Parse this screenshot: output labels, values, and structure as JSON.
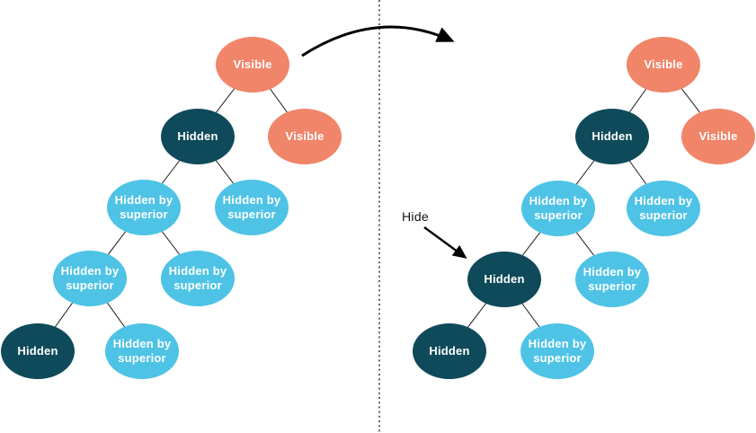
{
  "colors": {
    "visible": "#F08569",
    "hidden": "#0F4A5A",
    "hidden_by_superior": "#4EC3E6",
    "edge": "#1a1a1a",
    "text": "#FFFFFF"
  },
  "annotation": {
    "hide_label": "Hide"
  },
  "trees": {
    "left": {
      "nodes": [
        {
          "label": "Visible",
          "type": "visible"
        },
        {
          "label": "Hidden",
          "type": "hidden"
        },
        {
          "label": "Visible",
          "type": "visible"
        },
        {
          "label": "Hidden by superior",
          "type": "hidden-by-superior"
        },
        {
          "label": "Hidden by superior",
          "type": "hidden-by-superior"
        },
        {
          "label": "Hidden by superior",
          "type": "hidden-by-superior"
        },
        {
          "label": "Hidden by superior",
          "type": "hidden-by-superior"
        },
        {
          "label": "Hidden",
          "type": "hidden"
        },
        {
          "label": "Hidden by superior",
          "type": "hidden-by-superior"
        }
      ]
    },
    "right": {
      "nodes": [
        {
          "label": "Visible",
          "type": "visible"
        },
        {
          "label": "Hidden",
          "type": "hidden"
        },
        {
          "label": "Visible",
          "type": "visible"
        },
        {
          "label": "Hidden by superior",
          "type": "hidden-by-superior"
        },
        {
          "label": "Hidden by superior",
          "type": "hidden-by-superior"
        },
        {
          "label": "Hidden",
          "type": "hidden"
        },
        {
          "label": "Hidden by superior",
          "type": "hidden-by-superior"
        },
        {
          "label": "Hidden",
          "type": "hidden"
        },
        {
          "label": "Hidden by superior",
          "type": "hidden-by-superior"
        }
      ]
    }
  }
}
